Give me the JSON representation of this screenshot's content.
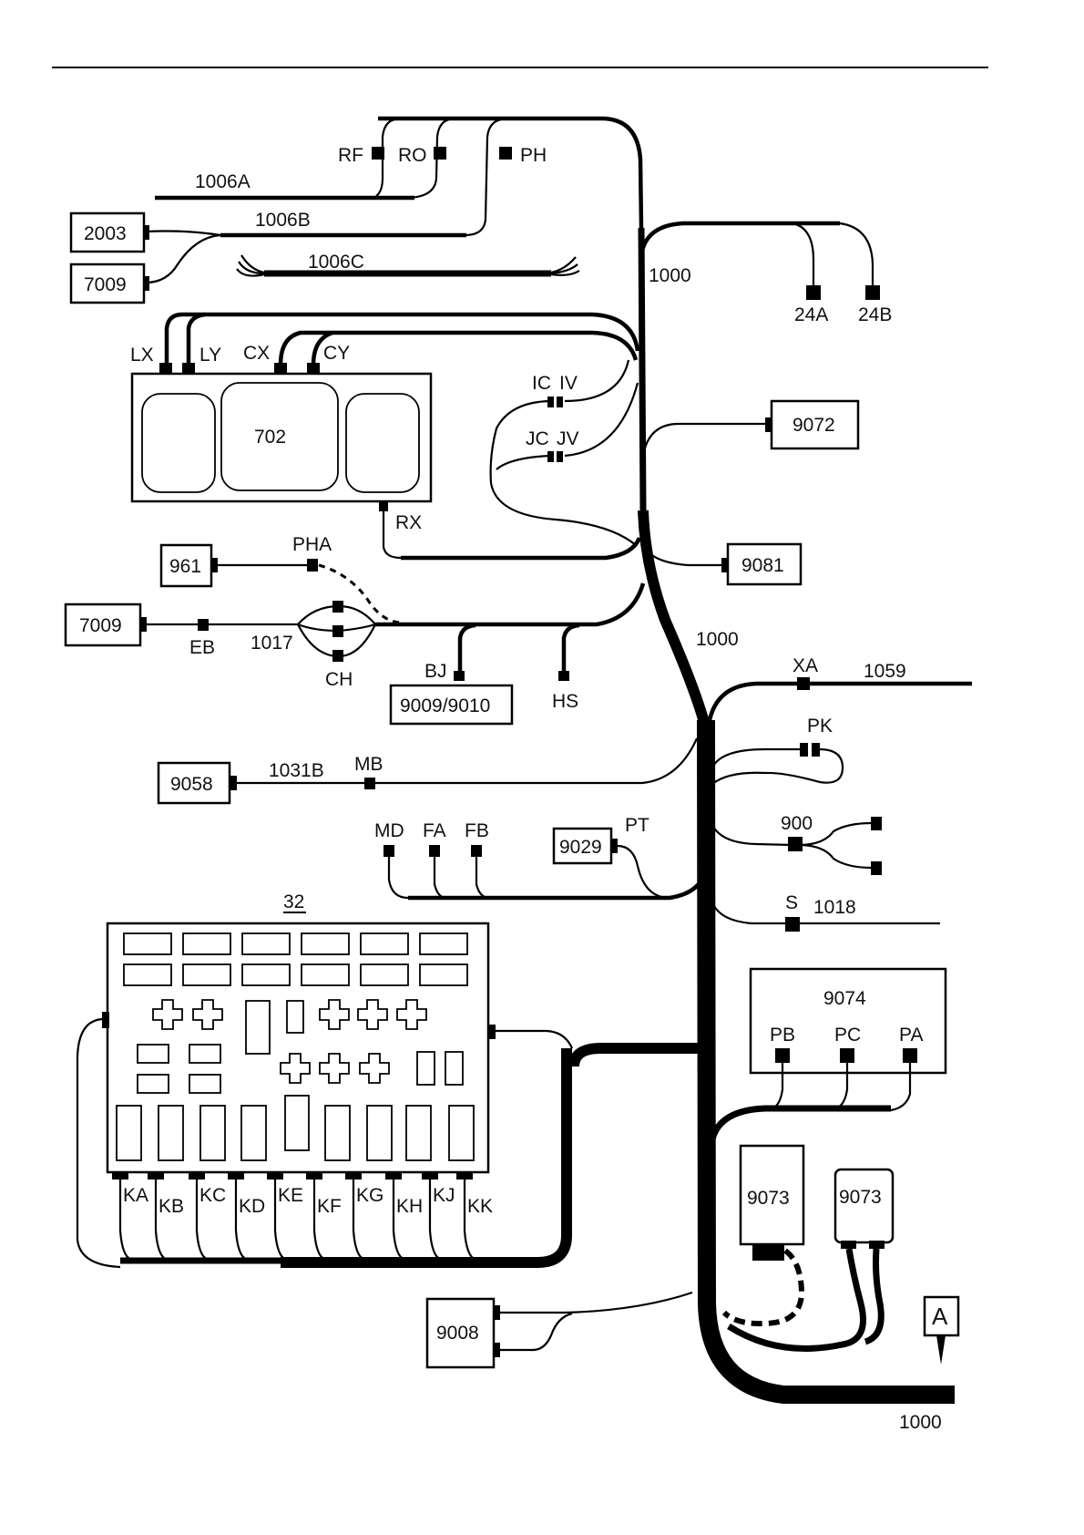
{
  "diagram": {
    "title_rule": true,
    "harness_labels": {
      "h1006a": "1006A",
      "h1006b": "1006B",
      "h1006c": "1006C",
      "h1000_top": "1000",
      "h1000_mid": "1000",
      "h1000_bottom": "1000",
      "h1017": "1017",
      "h1031b": "1031B",
      "h1059": "1059",
      "h1018": "1018"
    },
    "components": {
      "c2003": "2003",
      "c7009_top": "7009",
      "c702": "702",
      "c9072": "9072",
      "c961": "961",
      "c9081": "9081",
      "c7009_mid": "7009",
      "c9009": "9009/9010",
      "c9058": "9058",
      "c9029": "9029",
      "c32": "32",
      "c9074": "9074",
      "c9073a": "9073",
      "c9073b": "9073",
      "c9008": "9008",
      "marker_a": "A"
    },
    "connectors": {
      "rf": "RF",
      "ro": "RO",
      "ph": "PH",
      "lx": "LX",
      "ly": "LY",
      "cx": "CX",
      "cy": "CY",
      "rx": "RX",
      "ic": "IC",
      "iv": "IV",
      "jc": "JC",
      "jv": "JV",
      "a24": "24A",
      "b24": "24B",
      "pha": "PHA",
      "eb": "EB",
      "ch": "CH",
      "bj": "BJ",
      "hs": "HS",
      "xa": "XA",
      "pk": "PK",
      "c900": "900",
      "mb": "MB",
      "md": "MD",
      "fa": "FA",
      "fb": "FB",
      "pt": "PT",
      "s": "S",
      "pb": "PB",
      "pc": "PC",
      "pa": "PA",
      "k": [
        "KA",
        "KB",
        "KC",
        "KD",
        "KE",
        "KF",
        "KG",
        "KH",
        "KJ",
        "KK"
      ]
    }
  }
}
